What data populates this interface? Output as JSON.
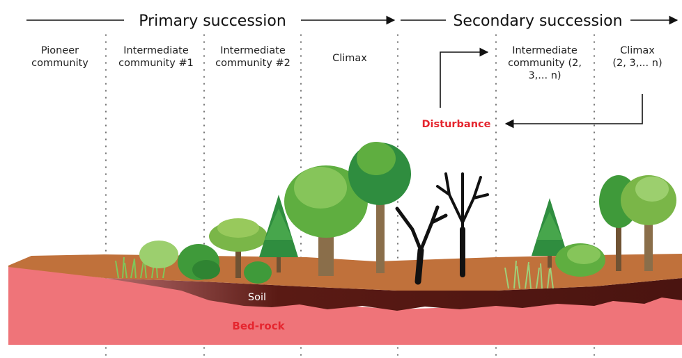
{
  "headers": {
    "primary": "Primary succession",
    "secondary": "Secondary succession"
  },
  "columns": {
    "pioneer": [
      "Pioneer",
      "community"
    ],
    "intermediate1": [
      "Intermediate",
      "community #1"
    ],
    "intermediate2": [
      "Intermediate",
      "community #2"
    ],
    "climax": "Climax",
    "intermediate_n": [
      "Intermediate",
      "community (2,",
      "3,... n)"
    ],
    "climax_n": [
      "Climax",
      "(2, 3,... n)"
    ]
  },
  "disturbance": "Disturbance",
  "layers": {
    "soil": "Soil",
    "bedrock": "Bed-rock"
  },
  "colors": {
    "ground": "#c0713b",
    "soil": "#5a1a14",
    "bedrock": "#ef7479",
    "accent_red": "#e5262f",
    "tree_green": "#3f9a3a",
    "conifer_green": "#2f8d3f",
    "trunk": "#8a6e4a"
  }
}
